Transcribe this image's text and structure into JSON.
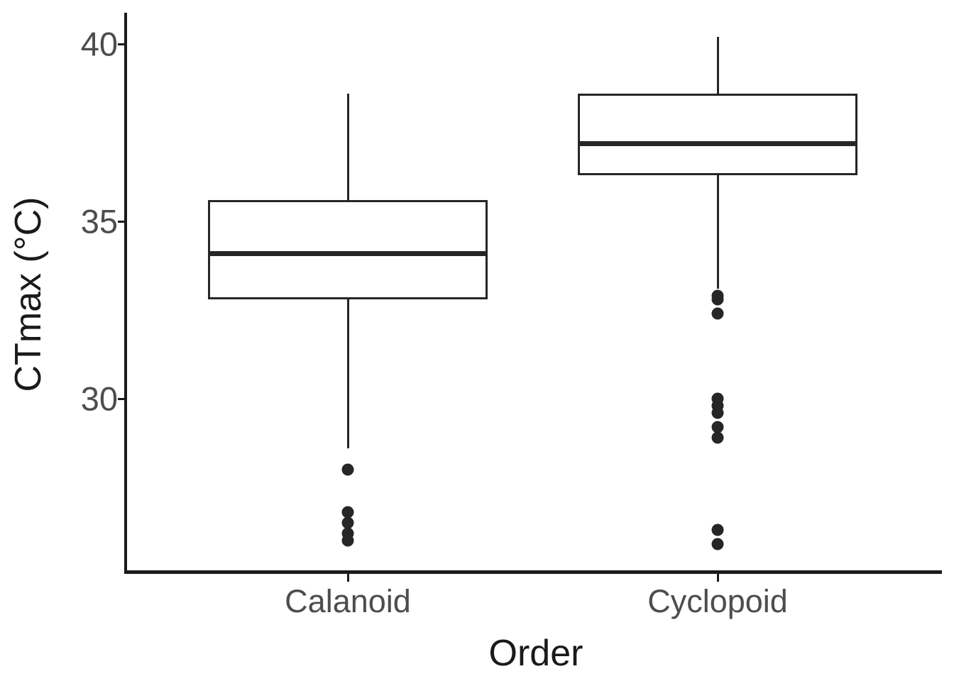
{
  "chart_data": {
    "type": "box",
    "title": "",
    "xlabel": "Order",
    "ylabel": "CTmax (°C)",
    "categories": [
      "Calanoid",
      "Cyclopoid"
    ],
    "ytick_labels": [
      "40",
      "35",
      "30"
    ],
    "yticks": [
      40,
      35,
      30
    ],
    "ylim": [
      25.5,
      40.8
    ],
    "grid": false,
    "legend": null,
    "series": [
      {
        "name": "Calanoid",
        "whisker_low": 28.6,
        "q1": 32.8,
        "median": 34.1,
        "q3": 35.6,
        "whisker_high": 38.6,
        "outliers": [
          28.0,
          26.8,
          26.5,
          26.2,
          26.0
        ]
      },
      {
        "name": "Cyclopoid",
        "whisker_low": 33.1,
        "q1": 36.3,
        "median": 37.2,
        "q3": 38.6,
        "whisker_high": 40.2,
        "outliers": [
          32.9,
          32.8,
          32.4,
          30.0,
          29.8,
          29.6,
          29.2,
          28.9,
          26.3,
          25.9
        ]
      }
    ],
    "colors": {
      "box_stroke": "#262626",
      "box_fill": "#ffffff",
      "median": "#262626",
      "whisker": "#262626",
      "outlier": "#262626",
      "axis": "#1a1a1a",
      "tick_label": "#4d4d4d",
      "axis_title": "#1a1a1a",
      "background": "#ffffff"
    }
  }
}
